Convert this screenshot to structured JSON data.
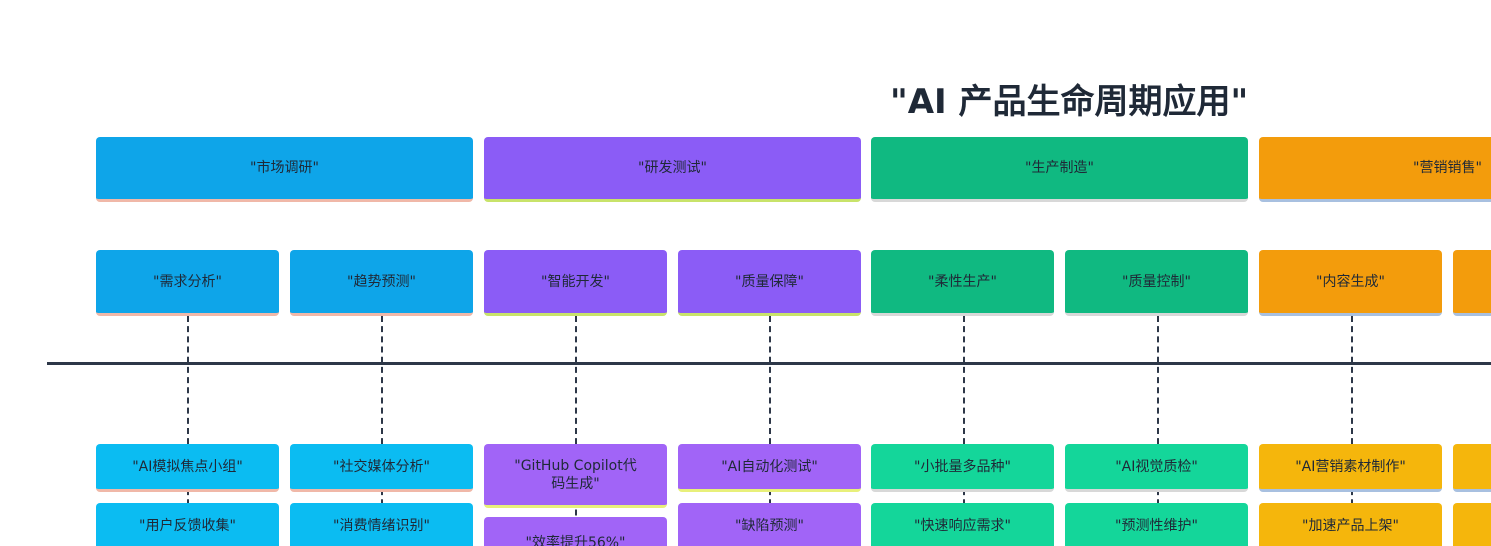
{
  "title": "\"AI 产品生命周期应用\"",
  "colors": {
    "blue": "#0ea5e9",
    "blue_light": "#0bbcf2",
    "purple": "#8b5cf6",
    "purple_light": "#a164f7",
    "green": "#10b981",
    "green_light": "#14d69a",
    "orange": "#f39c0c",
    "orange_light": "#f5b60c",
    "timeline": "#2d3748"
  },
  "phases": [
    {
      "label": "\"市场调研\"",
      "color": "blue"
    },
    {
      "label": "\"研发测试\"",
      "color": "purple"
    },
    {
      "label": "\"生产制造\"",
      "color": "green"
    },
    {
      "label": "\"营销销售\"",
      "color": "orange"
    }
  ],
  "categories": [
    {
      "label": "\"需求分析\"",
      "color": "blue"
    },
    {
      "label": "\"趋势预测\"",
      "color": "blue"
    },
    {
      "label": "\"智能开发\"",
      "color": "purple"
    },
    {
      "label": "\"质量保障\"",
      "color": "purple"
    },
    {
      "label": "\"柔性生产\"",
      "color": "green"
    },
    {
      "label": "\"质量控制\"",
      "color": "green"
    },
    {
      "label": "\"内容生成\"",
      "color": "orange"
    },
    {
      "label": "",
      "color": "orange"
    }
  ],
  "items_row1": [
    {
      "label": "\"AI模拟焦点小组\"",
      "color": "blue_light"
    },
    {
      "label": "\"社交媒体分析\"",
      "color": "blue_light"
    },
    {
      "label": "\"GitHub Copilot代码生成\"",
      "color": "purple_light"
    },
    {
      "label": "\"AI自动化测试\"",
      "color": "purple_light"
    },
    {
      "label": "\"小批量多品种\"",
      "color": "green_light"
    },
    {
      "label": "\"AI视觉质检\"",
      "color": "green_light"
    },
    {
      "label": "\"AI营销素材制作\"",
      "color": "orange_light"
    },
    {
      "label": "",
      "color": "orange_light"
    }
  ],
  "items_row2": [
    {
      "label": "\"用户反馈收集\"",
      "color": "blue_light"
    },
    {
      "label": "\"消费情绪识别\"",
      "color": "blue_light"
    },
    {
      "label": "\"效率提升56%\"",
      "color": "purple_light"
    },
    {
      "label": "\"缺陷预测\"",
      "color": "purple_light"
    },
    {
      "label": "\"快速响应需求\"",
      "color": "green_light"
    },
    {
      "label": "\"预测性维护\"",
      "color": "green_light"
    },
    {
      "label": "\"加速产品上架\"",
      "color": "orange_light"
    },
    {
      "label": "",
      "color": "orange_light"
    }
  ]
}
